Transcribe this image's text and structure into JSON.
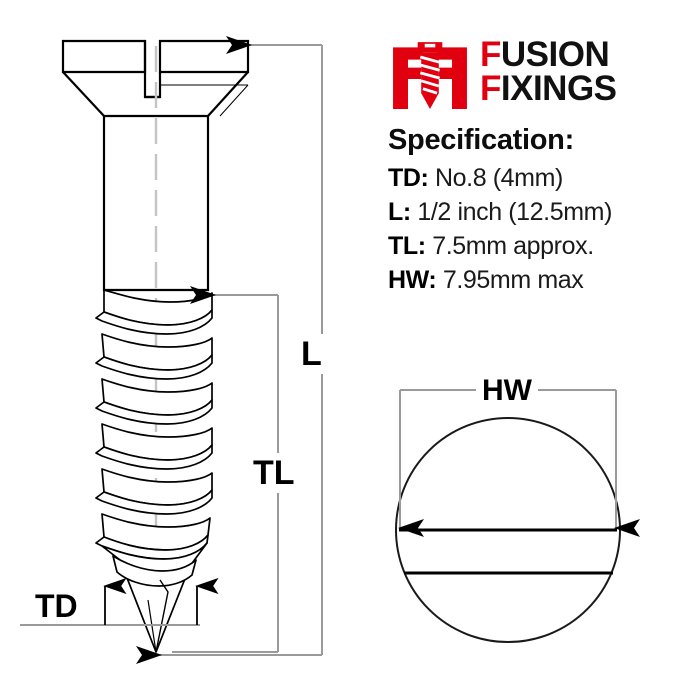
{
  "document": {
    "type": "technical-drawing",
    "subject": "Slotted countersunk wood screw dimension diagram",
    "background_color": "#ffffff"
  },
  "brand": {
    "mark_name": "fusion-fixings-logo-mark",
    "mark_color": "#E1000F",
    "line1_initial": "F",
    "line1_rest": "USION",
    "line2_initial": "F",
    "line2_rest": "IXINGS",
    "line1_full": "FUSION",
    "line2_full": "FIXINGS"
  },
  "spec": {
    "title": "Specification:",
    "rows": [
      {
        "key": "TD:",
        "value": "No.8 (4mm)"
      },
      {
        "key": "L:",
        "value": "1/2 inch (12.5mm)"
      },
      {
        "key": "TL:",
        "value": "7.5mm approx."
      },
      {
        "key": "HW:",
        "value": "7.95mm max"
      }
    ]
  },
  "dimensions": {
    "overall_length_label": "L",
    "thread_length_label": "TL",
    "thread_diameter_label": "TD",
    "head_width_label": "HW"
  },
  "drawings": {
    "side_view_name": "screw-side-view",
    "top_view_name": "screw-head-top-view",
    "line_color": "#000000",
    "dimension_line_color": "#808080",
    "centre_line_color": "#b3b3b3"
  }
}
